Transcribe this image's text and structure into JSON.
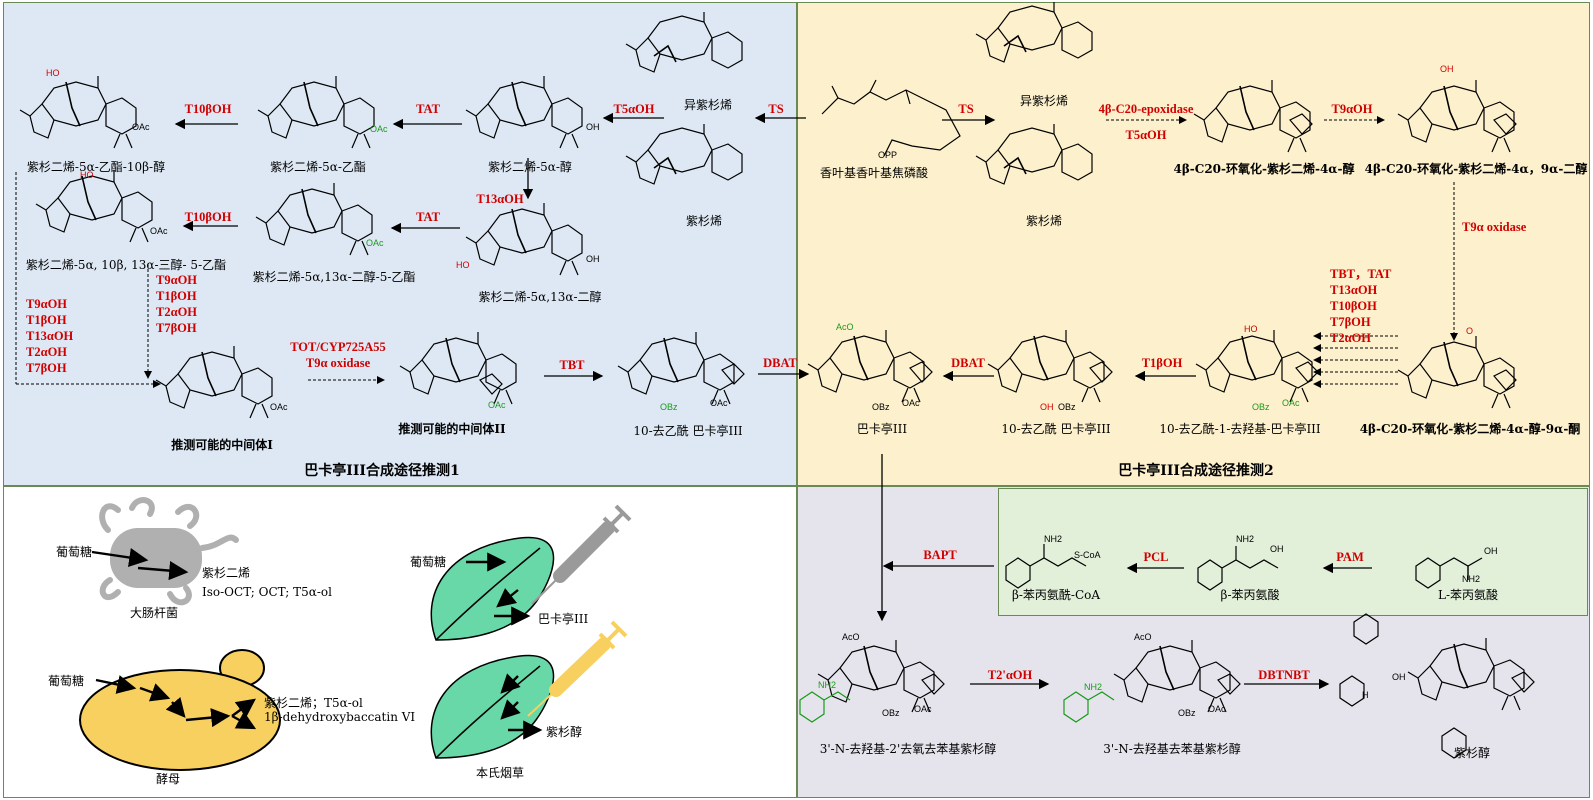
{
  "colors": {
    "panel_blue": "#dde8f4",
    "panel_yellow": "#fdf0cc",
    "panel_gray": "#e5e4ec",
    "panel_green": "#e2efd9",
    "enzyme_red": "#d00000",
    "group_green": "#1a9a1a",
    "leaf_green": "#68d8a8",
    "yeast_yellow": "#f8d060",
    "bacteria_gray": "#b0b0b0",
    "syringe_gray": "#9a9a9a",
    "syringe_yellow": "#f8d060"
  },
  "titles": {
    "route1": "巴卡亭III合成途径推测1",
    "route2": "巴卡亭III合成途径推测2"
  },
  "compounds": {
    "ggpp": "香叶基香叶基焦磷酸",
    "iso_taxadiene_top": "异紫杉烯",
    "taxadiene_mid": "紫杉烯",
    "iso_taxadiene_r2": "异紫杉烯",
    "taxadiene_r2": "紫杉烯",
    "taxadien_5a_ol": "紫杉二烯-5α-醇",
    "taxadien_5a_acetate": "紫杉二烯-5α-乙酯",
    "taxadien_5a_acetate_10b_ol": "紫杉二烯-5α-乙酯-10β-醇",
    "taxadien_5a_13a_diol": "紫杉二烯-5α,13α-二醇",
    "taxadien_5a13a_diol_5_acetate": "紫杉二烯-5α,13α-二醇-5-乙酯",
    "taxadien_triol_acetate": "紫杉二烯-5α, 10β, 13α-三醇- 5-乙酯",
    "intermediate_1": "推测可能的中间体I",
    "intermediate_2": "推测可能的中间体II",
    "dab_left": "10-去乙酰 巴卡亭III",
    "epoxy_4a_ol": "4β-C20-环氧化-紫杉二烯-4α-醇",
    "epoxy_4a_9a_diol": "4β-C20-环氧化-紫杉二烯-4α，9α-二醇",
    "epoxy_4a_ol_9_one": "4β-C20-环氧化-紫杉二烯-4α-醇-9α-酮",
    "deacetyl_dehydroxy_baccatin": "10-去乙酰-1-去羟基-巴卡亭III",
    "dab_right": "10-去乙酰  巴卡亭III",
    "baccatin": "巴卡亭III",
    "b_phenylalanoyl_coa": "β-苯丙氨酰-CoA",
    "b_phenylalanine": "β-苯丙氨酸",
    "l_phenylalanine": "L-苯丙氨酸",
    "n_debenzoyl_2_deoxytaxol": "3'-N-去羟基-2'去氧去苯基紫杉醇",
    "n_debenzoyl_taxol": "3'-N-去羟基去苯基紫杉醇",
    "taxol": "紫杉醇"
  },
  "enzymes": {
    "ts_left": "TS",
    "ts_right": "TS",
    "t5aoh_left": "T5αOH",
    "tat_top": "TAT",
    "t10boh_top": "T10βOH",
    "t13aoh": "T13αOH",
    "tat_mid": "TAT",
    "t10boh_mid": "T10βOH",
    "stack_left": [
      "T9αOH",
      "T1βOH",
      "T13αOH",
      "T2αOH",
      "T7βOH"
    ],
    "stack_center": [
      "T9αOH",
      "T1βOH",
      "T2αOH",
      "T7βOH"
    ],
    "tot_cyp": "TOT/CYP725A55",
    "t9a_oxidase_left": "T9α oxidase",
    "tbt_left": "TBT",
    "dbat_left": "DBAT",
    "epoxidase": "4β-C20-epoxidase",
    "t5aoh_right": "T5αOH",
    "t9aoh_right": "T9αOH",
    "t9a_oxidase_right": "T9α oxidase",
    "stack_right": [
      "TBT，TAT",
      "T13αOH",
      "T10βOH",
      "T7βOH",
      "T2αOH"
    ],
    "t1boh": "T1βOH",
    "dbat_right": "DBAT",
    "bapt": "BAPT",
    "pcl": "PCL",
    "pam": "PAM",
    "t2aoh": "T2'αOH",
    "dbtnbt": "DBTNBT"
  },
  "hosts": {
    "glucose_1": "葡萄糖",
    "ecoli_product": "紫杉二烯",
    "ecoli_note": "Iso-OCT; OCT; T5α-ol",
    "ecoli_name": "大肠杆菌",
    "glucose_2": "葡萄糖",
    "yeast_product": "紫杉二烯；T5α-ol",
    "yeast_note": "1β-dehydroxybaccatin VI",
    "yeast_name": "酵母",
    "glucose_3": "葡萄糖",
    "tobacco_product_1": "巴卡亭III",
    "tobacco_product_2": "紫杉醇",
    "tobacco_name": "本氏烟草"
  },
  "group_labels": {
    "oac": "OAc",
    "obz": "OBz",
    "oh": "OH",
    "ho": "HO",
    "aco": "AcO",
    "opp": "OPP",
    "nh2": "NH2",
    "scoa": "S-CoA",
    "o": "O",
    "h": "H"
  }
}
